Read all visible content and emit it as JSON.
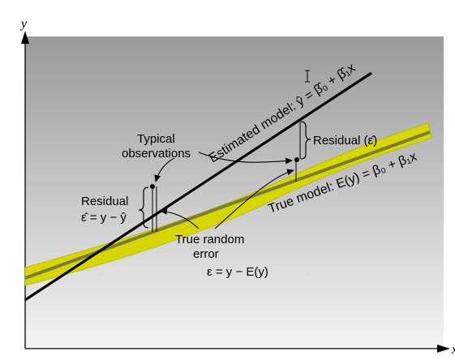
{
  "axes": {
    "y_label": "y",
    "x_label": "x"
  },
  "estimated_model": {
    "label": "Estimated model: ŷ = β̂₀ + β̂₁x"
  },
  "true_model": {
    "label": "True model: E(y) = β₀ + β₁x"
  },
  "annotations": {
    "typical_observations_line1": "Typical",
    "typical_observations_line2": "observations",
    "residual_right": "Residual (ε̂)",
    "residual_left_line1": "Residual",
    "residual_left_line2": "ε̂ = y − ŷ",
    "true_random_error_line1": "True random",
    "true_random_error_line2": "error",
    "true_random_error_formula": "ε = y − E(y)"
  },
  "colors": {
    "plot_gradient_top": "#9c9c9c",
    "plot_gradient_bottom": "#f4f4f4",
    "true_band": "#d8d800",
    "true_line": "#8a8a2a",
    "estimated_line": "#000000"
  },
  "icons": {
    "cursor": "text-cursor-icon"
  }
}
